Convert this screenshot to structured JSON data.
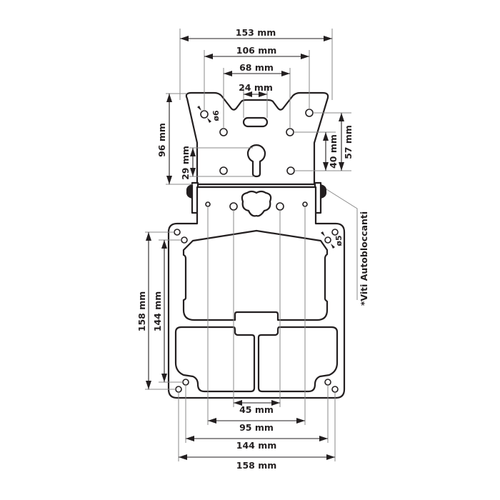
{
  "diagram": {
    "title": "Plate dimension drawing",
    "colors": {
      "line": "#231f20",
      "extension": "#8a8a8a",
      "background": "#ffffff"
    },
    "top_dimensions": [
      {
        "id": "top-153",
        "label": "153 mm"
      },
      {
        "id": "top-106",
        "label": "106 mm"
      },
      {
        "id": "top-68",
        "label": "68 mm"
      },
      {
        "id": "top-24",
        "label": "24 mm"
      }
    ],
    "left_top_dimensions": [
      {
        "id": "left-96",
        "label": "96 mm"
      },
      {
        "id": "left-29",
        "label": "29 mm"
      }
    ],
    "right_top_dimensions": [
      {
        "id": "right-40",
        "label": "40 mm"
      },
      {
        "id": "right-57",
        "label": "57 mm"
      }
    ],
    "hole_callouts": [
      {
        "id": "hole-6",
        "label": "ø6"
      },
      {
        "id": "hole-5",
        "label": "ø5"
      }
    ],
    "side_note": "*Viti Autobloccanti",
    "left_bottom_dimensions": [
      {
        "id": "left-158",
        "label": "158 mm"
      },
      {
        "id": "left-144",
        "label": "144 mm"
      }
    ],
    "bottom_dimensions": [
      {
        "id": "bottom-45",
        "label": "45 mm"
      },
      {
        "id": "bottom-95",
        "label": "95 mm"
      },
      {
        "id": "bottom-144",
        "label": "144 mm"
      },
      {
        "id": "bottom-158",
        "label": "158 mm"
      }
    ]
  }
}
